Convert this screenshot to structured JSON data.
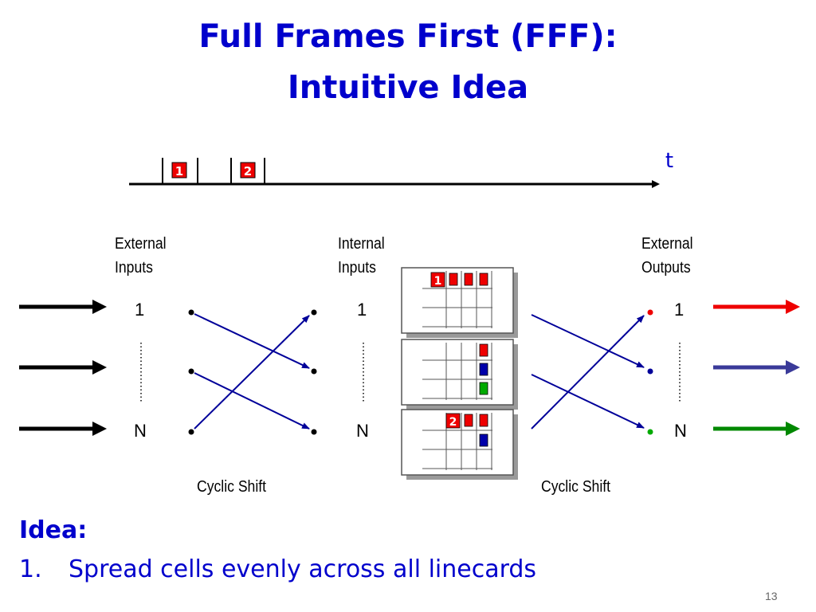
{
  "slide": {
    "title_line1": "Full Frames First (FFF):",
    "title_line2": "Intuitive Idea",
    "page_number": "13"
  },
  "timeline": {
    "axis_label": "t",
    "frame_marks": [
      "1",
      "2"
    ]
  },
  "labels": {
    "external_inputs": [
      "External",
      "Inputs"
    ],
    "internal_inputs": [
      "Internal",
      "Inputs"
    ],
    "external_outputs": [
      "External",
      "Outputs"
    ],
    "first_port": "1",
    "last_port": "N",
    "cyclic_shift": "Cyclic Shift"
  },
  "idea": {
    "heading": "Idea:",
    "item_number": "1.",
    "item_text": "Spread cells evenly across all linecards"
  },
  "colors": {
    "title_blue": "#0000cc",
    "crossbar_blue": "#000099",
    "cell_red": "#ee0000",
    "cell_blue": "#0000aa",
    "cell_green": "#00aa00",
    "output_red": "#ee0000",
    "output_blue": "#3a3a99",
    "output_green": "#008800"
  }
}
